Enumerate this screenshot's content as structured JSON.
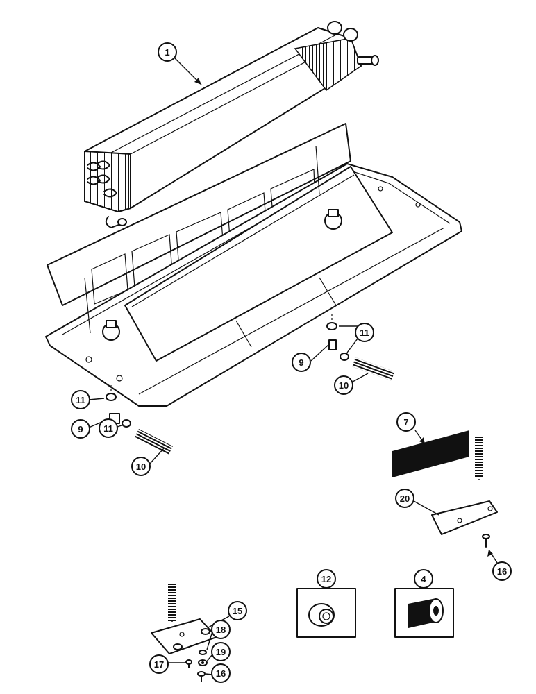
{
  "callouts": [
    {
      "id": "c1",
      "label": "1"
    },
    {
      "id": "c11a",
      "label": "11"
    },
    {
      "id": "c9a",
      "label": "9"
    },
    {
      "id": "c10a",
      "label": "10"
    },
    {
      "id": "c7",
      "label": "7"
    },
    {
      "id": "c11b",
      "label": "11"
    },
    {
      "id": "c9b",
      "label": "9"
    },
    {
      "id": "c11c",
      "label": "11"
    },
    {
      "id": "c10b",
      "label": "10"
    },
    {
      "id": "c20",
      "label": "20"
    },
    {
      "id": "c16a",
      "label": "16"
    },
    {
      "id": "c12",
      "label": "12"
    },
    {
      "id": "c4",
      "label": "4"
    },
    {
      "id": "c15",
      "label": "15"
    },
    {
      "id": "c18",
      "label": "18"
    },
    {
      "id": "c17",
      "label": "17"
    },
    {
      "id": "c19",
      "label": "19"
    },
    {
      "id": "c16b",
      "label": "16"
    }
  ]
}
